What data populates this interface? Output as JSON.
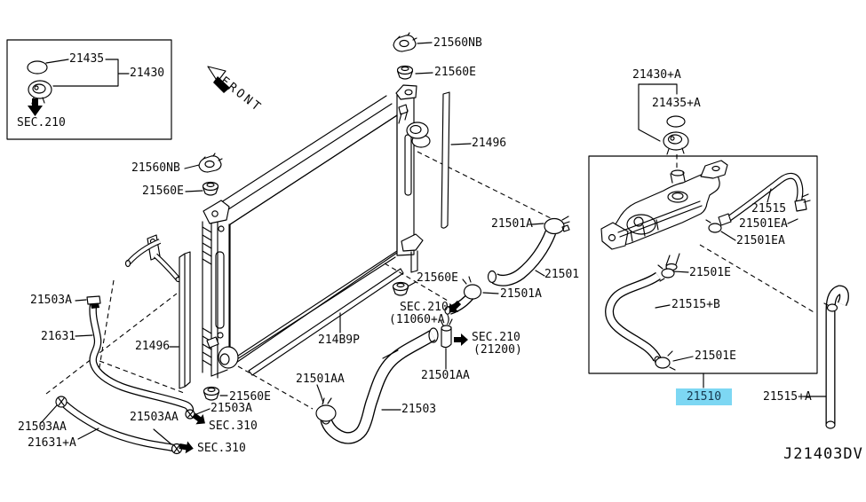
{
  "diagram": {
    "drawing_code": "J21403DV",
    "colors": {
      "line": "#000000",
      "background": "#ffffff",
      "highlight_bg": "#7dd7f3",
      "highlight_text": "#16384f"
    },
    "labels": {
      "front": "FRONT",
      "box_21435": "21435",
      "box_21430": "21430",
      "box_sec210": "SEC.210",
      "left_21560nb": "21560NB",
      "left_21560e": "21560E",
      "top_21560nb": "21560NB",
      "top_21560e": "21560E",
      "right_21496": "21496",
      "upper_21501a": "21501A",
      "hose_21501": "21501",
      "mid_21560e": "21560E",
      "sec210_mid": "SEC.210",
      "sec210_mid2": "(11060+A)",
      "mid_21501a": "21501A",
      "sec210_eng": "SEC.210",
      "sec210_eng2": "(21200)",
      "right_21501aa": "21501AA",
      "bar_214b9p": "214B9P",
      "left_21501aa": "21501AA",
      "hose_21503": "21503",
      "tl_21503a": "21503A",
      "hose_21631": "21631",
      "bl_21496": "21496",
      "bot_21560e": "21560E",
      "bot_21503a": "21503A",
      "sec310_a": "SEC.310",
      "mid_21503aa": "21503AA",
      "far_21503aa": "21503AA",
      "hose_21631a": "21631+A",
      "sec310_b": "SEC.310",
      "cap_21430a": "21430+A",
      "ring_21435a": "21435+A",
      "pipe_21515": "21515",
      "clamp_21501ea_1": "21501EA",
      "clamp_21501ea_2": "21501EA",
      "clamp_21501e_1": "21501E",
      "hose_21515b": "21515+B",
      "clamp_21501e_2": "21501E",
      "tank_21510": "21510",
      "hose_21515a": "21515+A",
      "code": "J21403DV"
    }
  }
}
